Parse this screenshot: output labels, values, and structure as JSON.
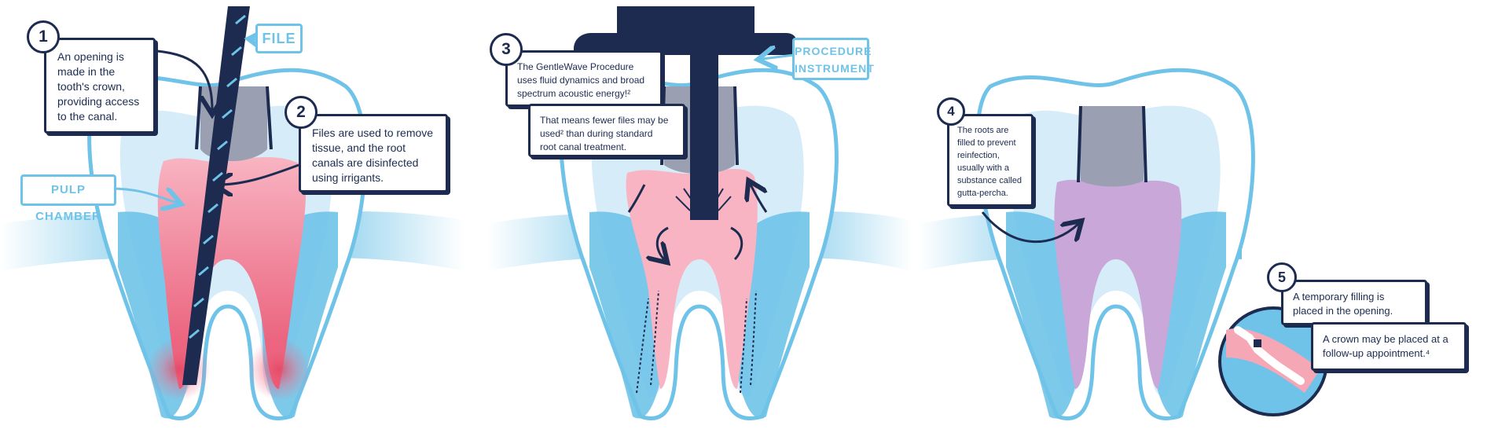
{
  "colors": {
    "navy": "#1c2b4f",
    "gum_blue": "#6fc3e8",
    "enamel_light": "#d6ecf8",
    "pulp_pink": "#f6a7b6",
    "pulp_deep": "#e34a66",
    "gray_fill": "#9aa0b2",
    "root_fill_purple": "#c9a7d8"
  },
  "labels": {
    "file": "FILE",
    "pulp_chamber": "PULP CHAMBER",
    "procedure_instrument": "PROCEDURE\nINSTRUMENT"
  },
  "steps": [
    {
      "number": "1",
      "text": "An opening is\nmade in the\ntooth's crown,\nproviding access\nto the canal."
    },
    {
      "number": "2",
      "text": "Files are used to remove\ntissue, and the root\ncanals are disinfected\nusing irrigants."
    },
    {
      "number": "3",
      "text": "The GentleWave Procedure\nuses fluid dynamics and broad\nspectrum acoustic energy!²",
      "subtext": "That means fewer files may be\nused² than during standard\nroot canal treatment."
    },
    {
      "number": "4",
      "text": "The roots are\nfilled to prevent\nreinfection,\nusually with a\nsubstance called\ngutta-percha."
    },
    {
      "number": "5",
      "text": "A temporary filling is\nplaced in the opening.",
      "subtext": "A crown may be placed at a\nfollow-up appointment.⁴"
    }
  ]
}
